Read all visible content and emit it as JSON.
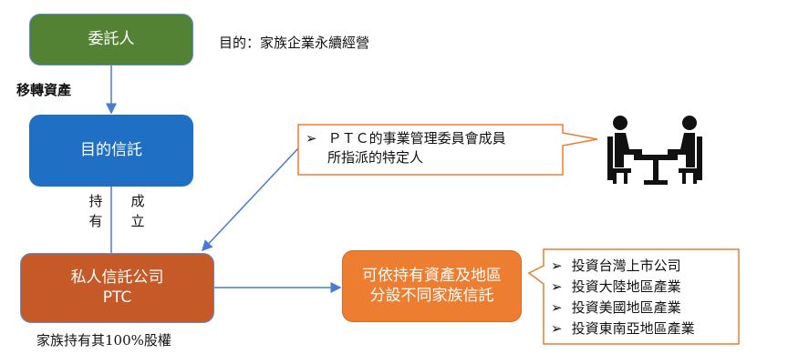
{
  "settlor": {
    "label": "委託人"
  },
  "purpose": {
    "label": "目的：家族企業永續經營"
  },
  "transfer": {
    "label": "移轉資產"
  },
  "purpose_trust": {
    "label": "目的信託"
  },
  "hold": {
    "label": "持有"
  },
  "establish": {
    "label": "成立"
  },
  "ptc": {
    "line1": "私人信託公司",
    "line2": "PTC"
  },
  "ownership": {
    "label": "家族持有其100%股權"
  },
  "committee_callout": {
    "bullet": "➢",
    "line1": "ＰＴＣ的事業管理委員會成員",
    "line2": "所指派的特定人"
  },
  "distribute": {
    "line1": "可依持有資產及地區",
    "line2": "分設不同家族信託"
  },
  "investments": {
    "bullet": "➢",
    "items": [
      "投資台灣上市公司",
      "投資大陸地區產業",
      "投資美國地區產業",
      "投資東南亞地區產業"
    ]
  },
  "colors": {
    "green": "#548235",
    "blue": "#1f6fc4",
    "rust": "#c55a28",
    "orange": "#ed7d31",
    "line": "#4a7bd0"
  },
  "icons": {
    "meeting": "two-people-at-table-icon"
  }
}
